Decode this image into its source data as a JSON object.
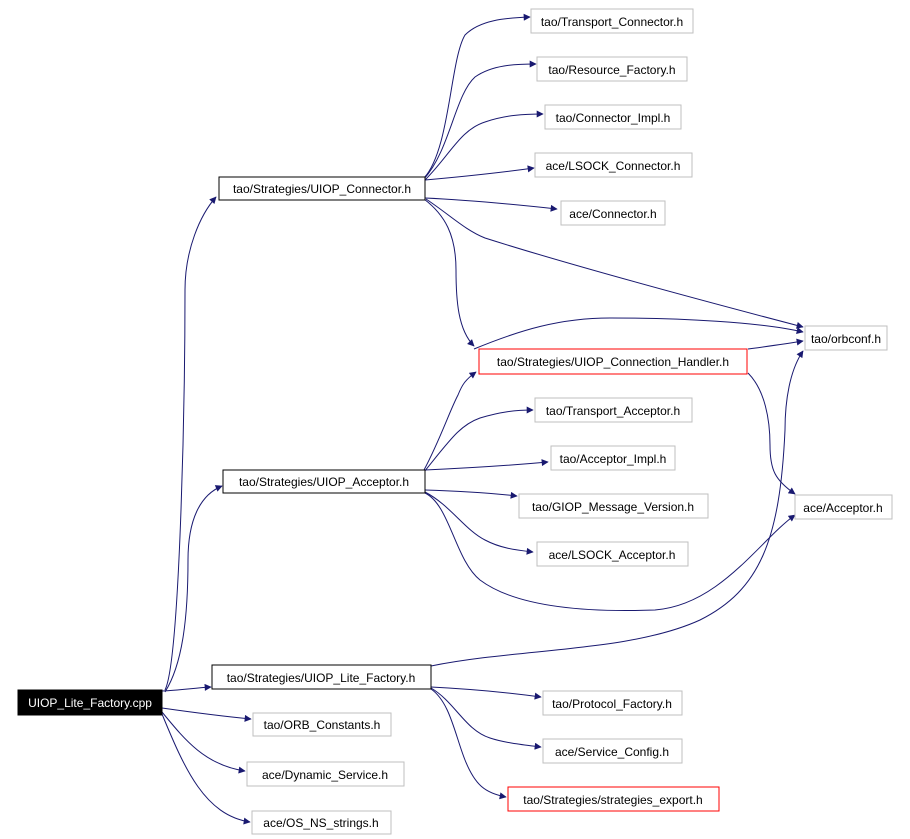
{
  "colors": {
    "edge": "#191970",
    "root_fill": "#000000",
    "root_text": "#ffffff",
    "plain_border": "#bfbfbf",
    "direct_border": "#000000",
    "red_border": "#ff0000",
    "text": "#000000"
  },
  "graph": {
    "root": "UIOP_Lite_Factory.cpp",
    "nodes": {
      "connector_h": "tao/Strategies/UIOP_Connector.h",
      "acceptor_h": "tao/Strategies/UIOP_Acceptor.h",
      "lite_factory_h": "tao/Strategies/UIOP_Lite_Factory.h",
      "orb_constants": "tao/ORB_Constants.h",
      "dynamic_service": "ace/Dynamic_Service.h",
      "os_ns_strings": "ace/OS_NS_strings.h",
      "transport_connector": "tao/Transport_Connector.h",
      "resource_factory": "tao/Resource_Factory.h",
      "connector_impl": "tao/Connector_Impl.h",
      "lsock_connector": "ace/LSOCK_Connector.h",
      "ace_connector": "ace/Connector.h",
      "orbconf": "tao/orbconf.h",
      "connection_handler": "tao/Strategies/UIOP_Connection_Handler.h",
      "transport_acceptor": "tao/Transport_Acceptor.h",
      "acceptor_impl": "tao/Acceptor_Impl.h",
      "giop_message_version": "tao/GIOP_Message_Version.h",
      "lsock_acceptor": "ace/LSOCK_Acceptor.h",
      "ace_acceptor": "ace/Acceptor.h",
      "protocol_factory": "tao/Protocol_Factory.h",
      "service_config": "ace/Service_Config.h",
      "strategies_export": "tao/Strategies/strategies_export.h"
    }
  }
}
